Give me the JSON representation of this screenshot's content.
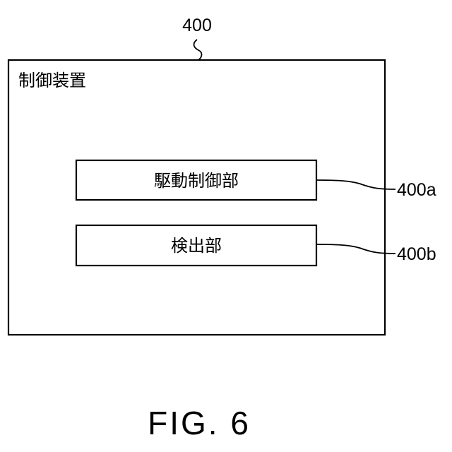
{
  "diagram": {
    "device": {
      "ref": "400",
      "title": "制御装置"
    },
    "components": [
      {
        "ref": "400a",
        "label": "駆動制御部"
      },
      {
        "ref": "400b",
        "label": "検出部"
      }
    ],
    "caption": "FIG. 6"
  }
}
